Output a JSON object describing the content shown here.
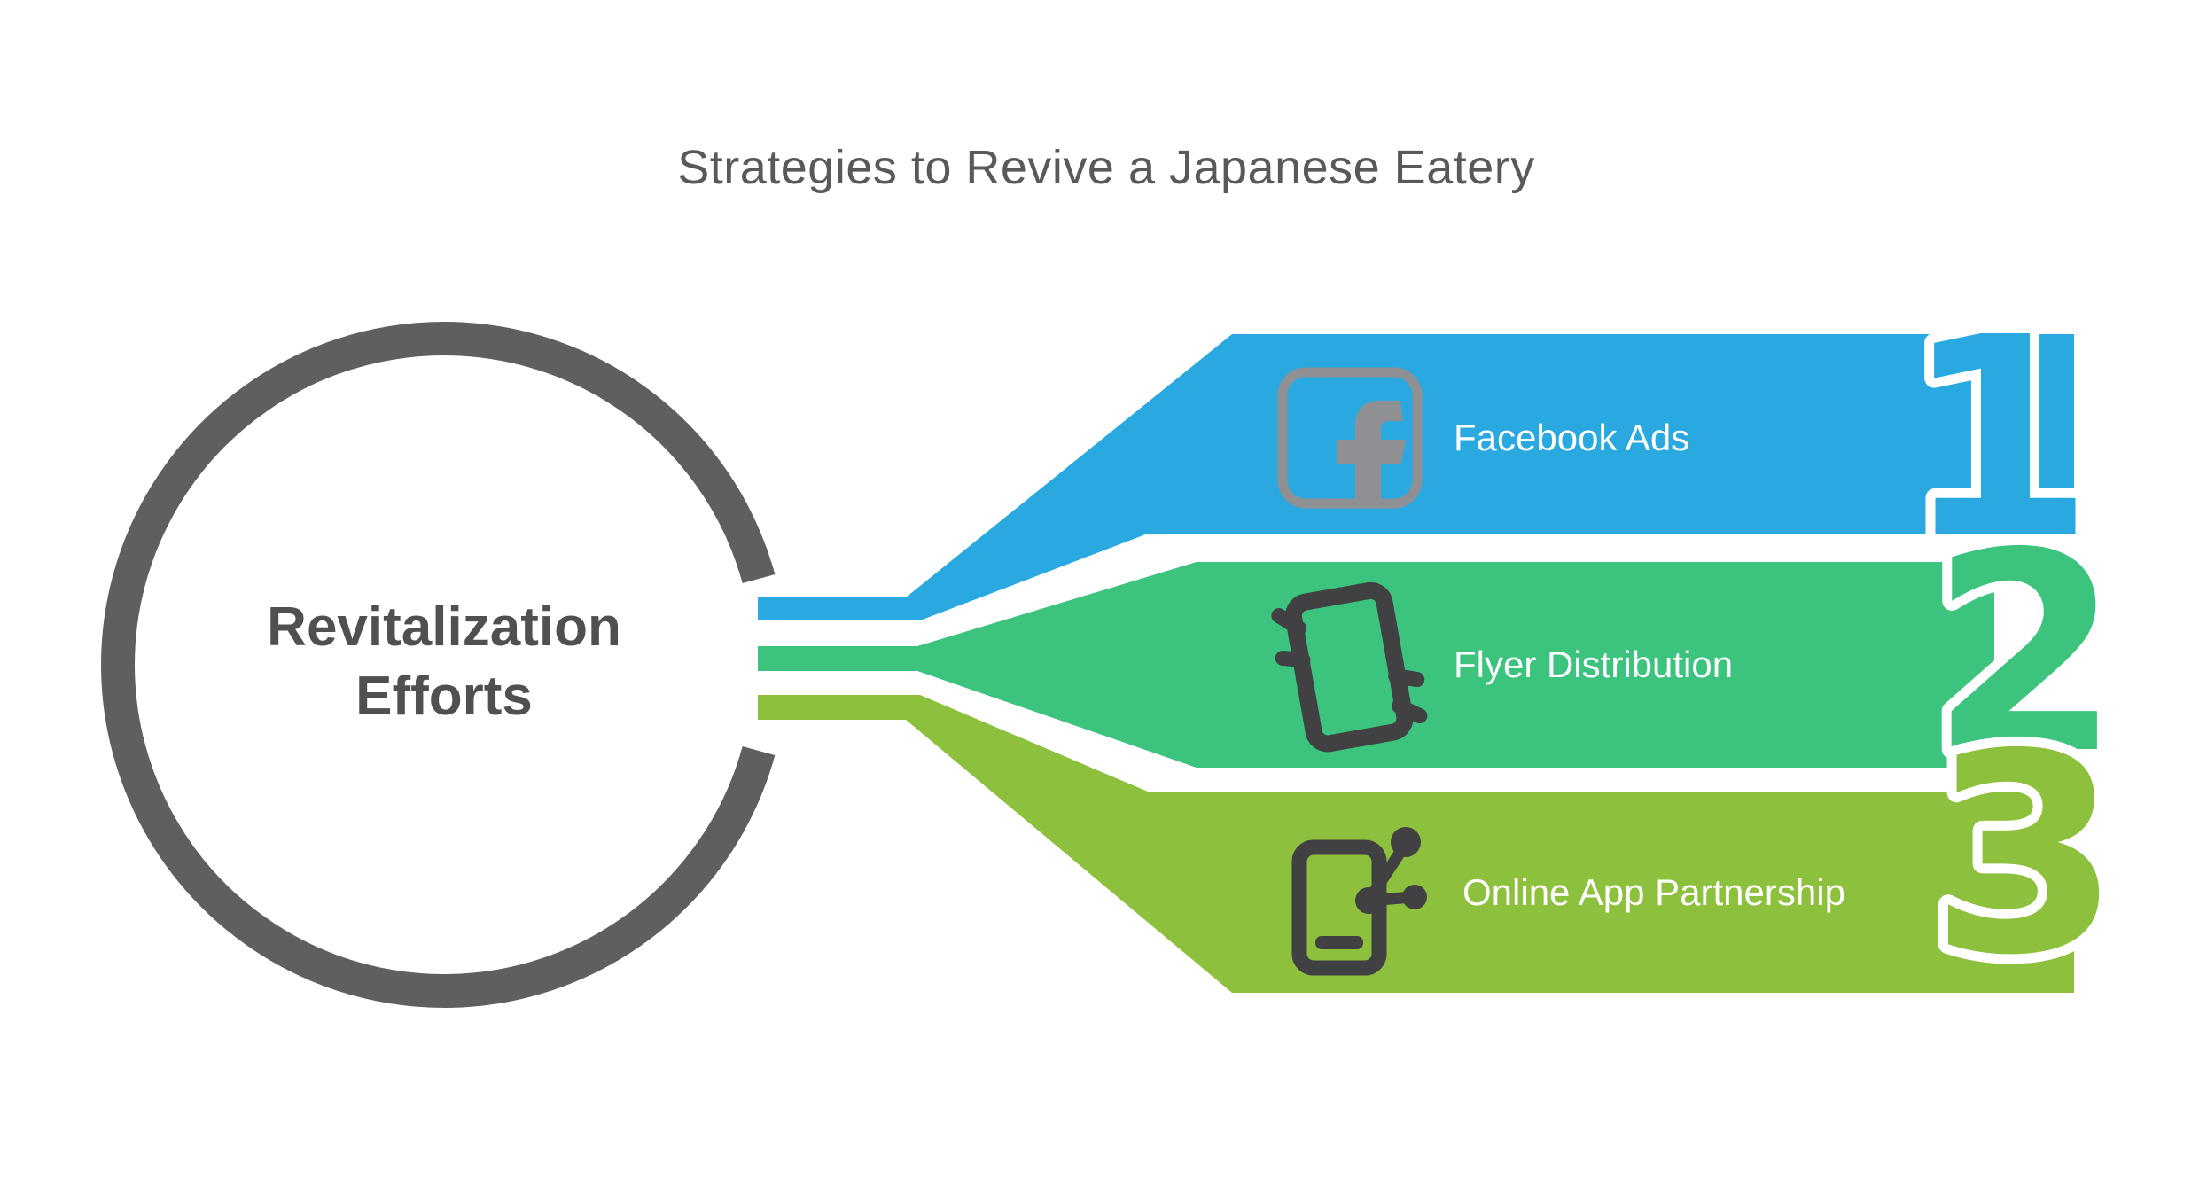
{
  "title": {
    "text": "Strategies to Revive a Japanese Eatery"
  },
  "center": {
    "line1": "Revitalization",
    "line2": "Efforts"
  },
  "colors": {
    "heading": "#58595B",
    "circle_ring": "#5E5F61",
    "circle_text": "#4F5052",
    "label_text": "#FFFFFF",
    "facebook_icon": "#8E9094",
    "dark_icon": "#414042",
    "background": "#FFFFFF"
  },
  "items": [
    {
      "number": "1",
      "label": "Facebook Ads",
      "color": "#29A9E0",
      "icon": "facebook-icon"
    },
    {
      "number": "2",
      "label": "Flyer Distribution",
      "color": "#3CC47E",
      "icon": "flyer-icon"
    },
    {
      "number": "3",
      "label": "Online App Partnership",
      "color": "#8DC03C",
      "icon": "phone-share-icon"
    }
  ]
}
